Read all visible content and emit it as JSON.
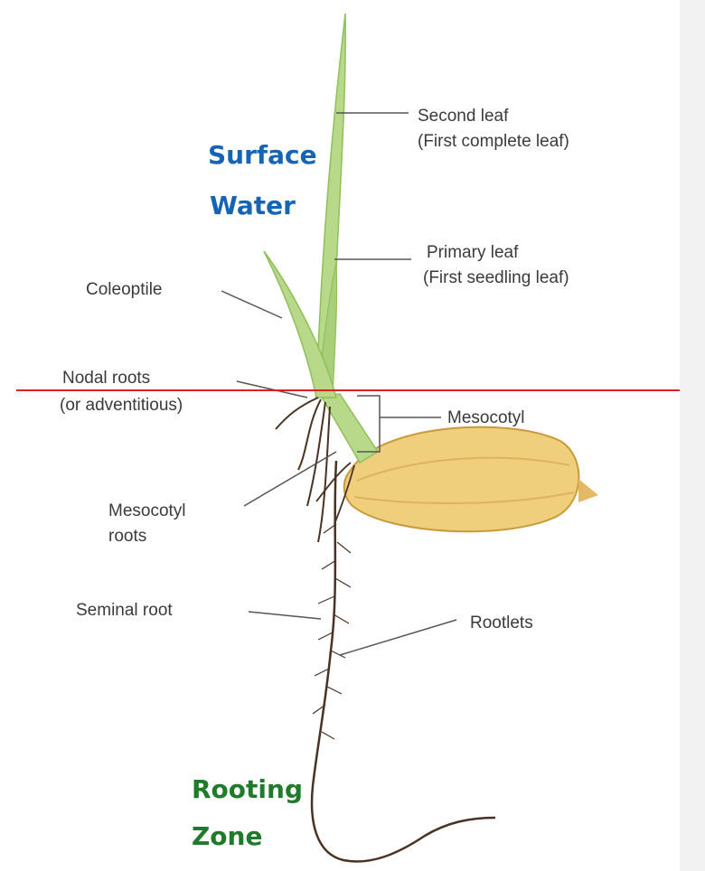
{
  "labels": {
    "second_leaf": "Second leaf",
    "second_leaf_note": "(First complete leaf)",
    "primary_leaf": "Primary leaf",
    "primary_leaf_note": "(First seedling leaf)",
    "coleoptile": "Coleoptile",
    "nodal_roots": "Nodal roots",
    "nodal_roots_note": "(or adventitious)",
    "mesocotyl": "Mesocotyl",
    "mesocotyl_roots_1": "Mesocotyl",
    "mesocotyl_roots_2": "roots",
    "seminal_root": "Seminal root",
    "rootlets": "Rootlets"
  },
  "zones": {
    "surface_1": "Surface",
    "surface_2": "Water",
    "rooting_1": "Rooting",
    "rooting_2": "Zone"
  },
  "colors": {
    "surface_text": "#1565b4",
    "rooting_text": "#1f7a2a",
    "soil_line": "#e02020",
    "leaf": "#b9d98a",
    "leaf_dark": "#8fbf5a",
    "seed": "#f0cf7c",
    "seed_edge": "#c99a3c",
    "root": "#4a3222",
    "label_text": "#3a3a3a"
  }
}
